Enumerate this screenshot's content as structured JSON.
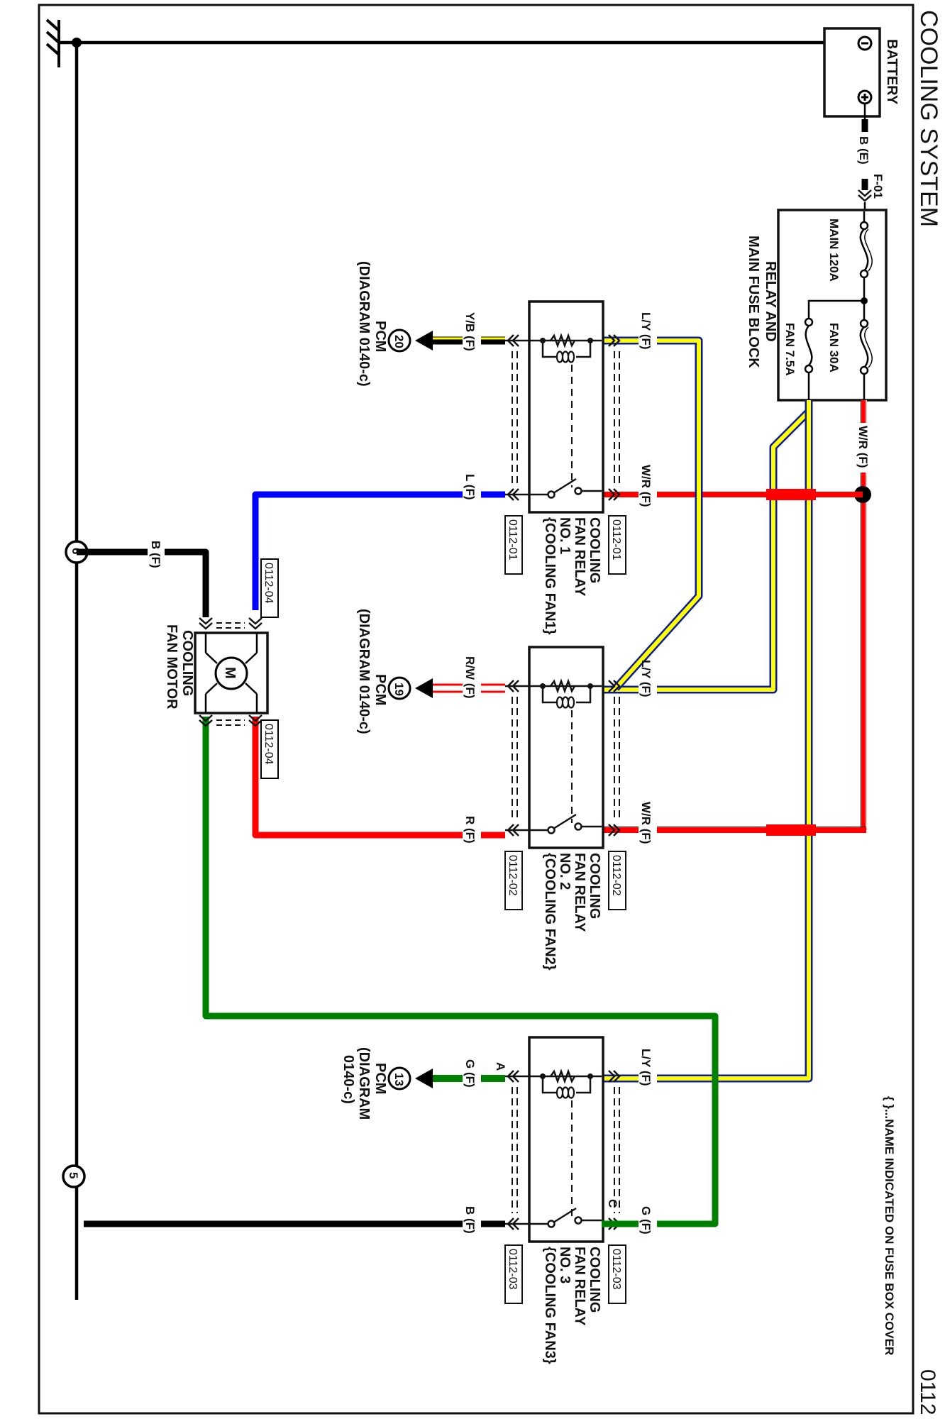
{
  "header": {
    "title": "COOLING SYSTEM",
    "page_number": "0112",
    "note": "{ }...NAME INDICATED ON FUSE BOX COVER"
  },
  "colors": {
    "red": "#ff0000",
    "blue": "#0000ff",
    "yellow": "#ffff00",
    "green": "#008000",
    "black": "#000000",
    "navy": "#0a1aa0"
  },
  "battery": {
    "label": "BATTERY",
    "neg_symbol": "⊖",
    "pos_symbol": "⊕",
    "wire_label": "B (E)",
    "connector": "F-01"
  },
  "fuse_block": {
    "label_line1": "RELAY AND",
    "label_line2": "MAIN FUSE BLOCK",
    "fuses": [
      {
        "name": "MAIN",
        "rating": "120A",
        "label": "MAIN 120A"
      },
      {
        "name": "FAN",
        "rating": "30A",
        "label": "FAN  30A"
      },
      {
        "name": "FAN",
        "rating": "7.5A",
        "label": "FAN  7.5A"
      }
    ],
    "output_wire": "W/R (F)"
  },
  "relays": [
    {
      "name_line1": "COOLING",
      "name_line2": "FAN RELAY",
      "name_line3": "NO. 1",
      "name_line4": "{COOLING FAN1}",
      "coil_in_wire": "L/Y (F)",
      "switch_in_wire": "W/R (F)",
      "coil_out_wire": "Y/B (F)",
      "switch_out_wire": "L (F)",
      "connector_right": "0112-01",
      "connector_left": "0112-01",
      "pcm_pin": "20",
      "pcm_label": "PCM",
      "pcm_ref": "(DIAGRAM 0140-c)"
    },
    {
      "name_line1": "COOLING",
      "name_line2": "FAN RELAY",
      "name_line3": "NO. 2",
      "name_line4": "{COOLING FAN2}",
      "coil_in_wire": "L/Y (F)",
      "switch_in_wire": "W/R (F)",
      "coil_out_wire": "R/W (F)",
      "switch_out_wire": "R (F)",
      "connector_right": "0112-02",
      "connector_left": "0112-02",
      "pcm_pin": "19",
      "pcm_label": "PCM",
      "pcm_ref": "(DIAGRAM 0140-c)"
    },
    {
      "name_line1": "COOLING",
      "name_line2": "FAN RELAY",
      "name_line3": "NO. 3",
      "name_line4": "{COOLING FAN3}",
      "coil_in_wire": "L/Y (F)",
      "switch_in_wire": "G (F)",
      "coil_out_wire": "G (F)",
      "switch_out_wire": "B (F)",
      "connector_right": "0112-03",
      "connector_left": "0112-03",
      "pin_a": "A",
      "pin_c": "C",
      "pcm_pin": "13",
      "pcm_label": "PCM",
      "pcm_ref_line1": "(DIAGRAM",
      "pcm_ref_line2": "0140-c)"
    }
  ],
  "motor": {
    "label_line1": "COOLING",
    "label_line2": "FAN MOTOR",
    "symbol": "M",
    "connector_top": "0112-04",
    "connector_bottom": "0112-04",
    "ground_wire": "B (F)"
  },
  "grounds": [
    {
      "id": "6"
    },
    {
      "id": "5"
    }
  ]
}
